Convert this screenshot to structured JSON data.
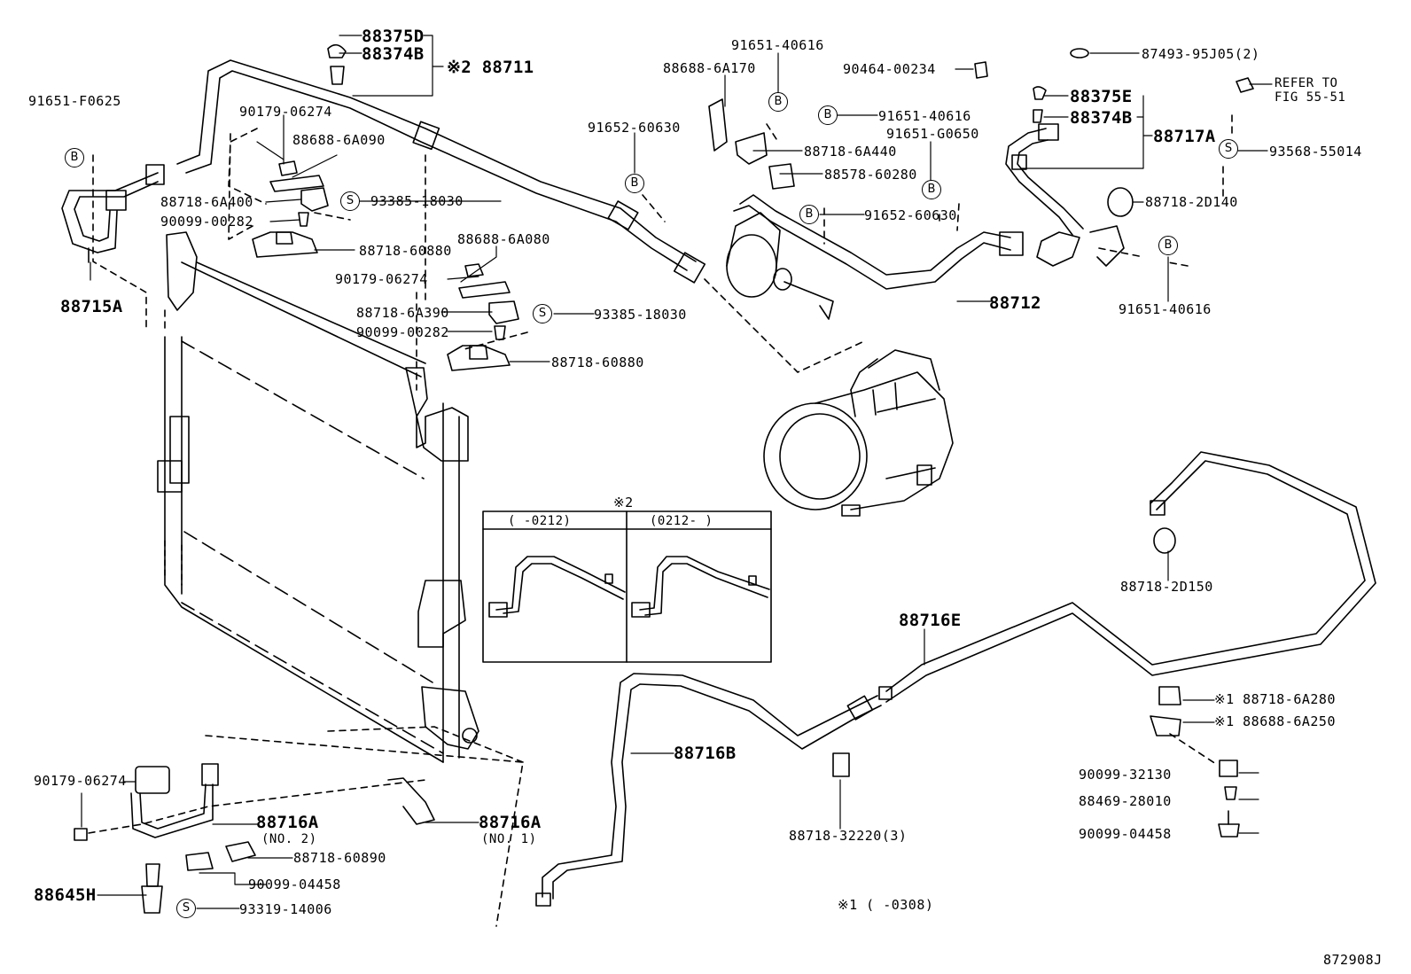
{
  "diagram_id": "872908J",
  "callouts": {
    "c01": "88375D",
    "c02": "88374B",
    "c03": "※2 88711",
    "c04": "91651-F0625",
    "c05": "90179-06274",
    "c06": "88688-6A090",
    "c07": "88718-6A400",
    "c08": "90099-00282",
    "c09": "93385-18030",
    "c10": "88718-60880",
    "c11": "88688-6A080",
    "c12": "90179-06274",
    "c13": "88718-6A390",
    "c14": "93385-18030",
    "c15": "90099-00282",
    "c16": "88718-60880",
    "c17": "88715A",
    "c18": "91651-40616",
    "c19": "88688-6A170",
    "c20": "90464-00234",
    "c21": "91652-60630",
    "c22": "91651-40616",
    "c23": "88718-6A440",
    "c24": "91651-G0650",
    "c25": "88578-60280",
    "c26": "91652-60630",
    "c27": "88712",
    "c28": "87493-95J05(2)",
    "c29": "REFER TO",
    "c30": "FIG 55-51",
    "c31": "88375E",
    "c32": "88374B",
    "c33": "88717A",
    "c34": "93568-55014",
    "c35": "88718-2D140",
    "c36": "91651-40616",
    "c37": "88718-2D150",
    "c38": "88716E",
    "c39": "88716B",
    "c40": "※1 88718-6A280",
    "c41": "※1 88688-6A250",
    "c42": "90099-32130",
    "c43": "88469-28010",
    "c44": "90099-04458",
    "c45": "88718-32220(3)",
    "c46": "※1 (     -0308)",
    "c47": "90179-06274",
    "c48": "88716A",
    "c49": "(NO. 2)",
    "c50": "88716A",
    "c51": "(NO. 1)",
    "c52": "88718-60890",
    "c53": "90099-04458",
    "c54": "88645H",
    "c55": "93319-14006"
  },
  "inset": {
    "title": "※2",
    "left_header": "(     -0212)",
    "right_header": "(0212-     )"
  },
  "symbols": {
    "b": "B",
    "s": "S"
  },
  "colors": {
    "ink": "#000000",
    "paper": "#ffffff"
  }
}
